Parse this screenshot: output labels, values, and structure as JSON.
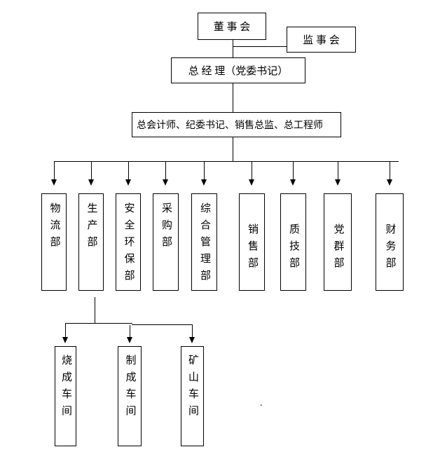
{
  "nodes": {
    "board": "董 事 会",
    "supervisory_board": "监 事 会",
    "general_manager": "总 经 理（党委书记）",
    "senior_staff": "总会计师、纪委书记、销售总监、总工程师"
  },
  "departments": [
    {
      "label": "物流部"
    },
    {
      "label": "生产部"
    },
    {
      "label": "安全环保部"
    },
    {
      "label": "采购部"
    },
    {
      "label": "综合管理部"
    },
    {
      "label": "销售部"
    },
    {
      "label": "质技部"
    },
    {
      "label": "党群部"
    },
    {
      "label": "财务部"
    }
  ],
  "workshops": [
    {
      "label": "烧成车间"
    },
    {
      "label": "制成车间"
    },
    {
      "label": "矿山车间"
    }
  ],
  "stray_dot": ".",
  "colors": {
    "line": "#000000",
    "box_border": "#000000",
    "text": "#000000",
    "background": "#ffffff"
  }
}
